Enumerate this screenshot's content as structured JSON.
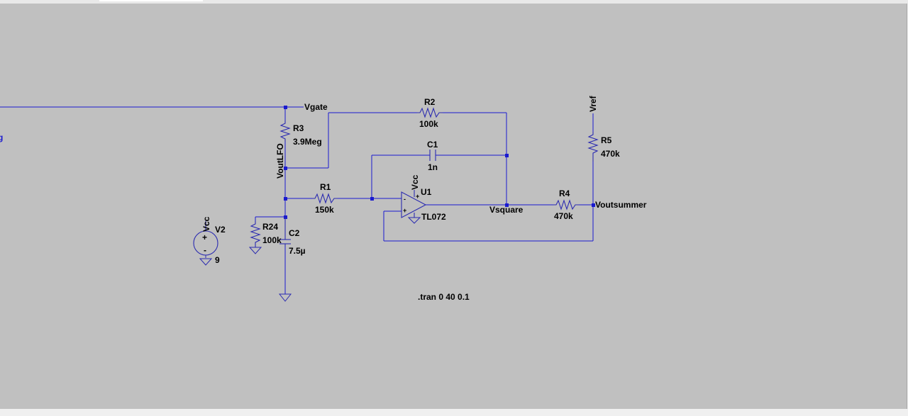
{
  "colors": {
    "wire": "#1a1acf",
    "component": "#2a2ab0",
    "background": "#c0c0c0",
    "text": "#000000"
  },
  "icons": {
    "voltage_source": "voltage-source-icon",
    "ground": "ground-icon",
    "resistor": "resistor-icon",
    "capacitor": "capacitor-icon",
    "opamp": "opamp-icon"
  },
  "schematic": {
    "partial_label": "g",
    "nets": {
      "vgate": "Vgate",
      "voutlfo": "VoutLFO",
      "vsquare": "Vsquare",
      "voutsummer": "Voutsummer",
      "vref": "Vref",
      "vcc_opamp": "Vcc",
      "vcc_source": "Vcc"
    },
    "components": {
      "r1": {
        "name": "R1",
        "value": "150k"
      },
      "r2": {
        "name": "R2",
        "value": "100k"
      },
      "r3": {
        "name": "R3",
        "value": "3.9Meg"
      },
      "r4": {
        "name": "R4",
        "value": "470k"
      },
      "r5": {
        "name": "R5",
        "value": "470k"
      },
      "r24": {
        "name": "R24",
        "value": "100k"
      },
      "c1": {
        "name": "C1",
        "value": "1n"
      },
      "c2": {
        "name": "C2",
        "value": "7.5µ"
      },
      "u1": {
        "name": "U1",
        "value": "TL072"
      },
      "v2": {
        "name": "V2",
        "value": "9"
      }
    },
    "directive": ".tran 0 40 0.1",
    "opamp_plus": "+",
    "opamp_minus": "-"
  }
}
